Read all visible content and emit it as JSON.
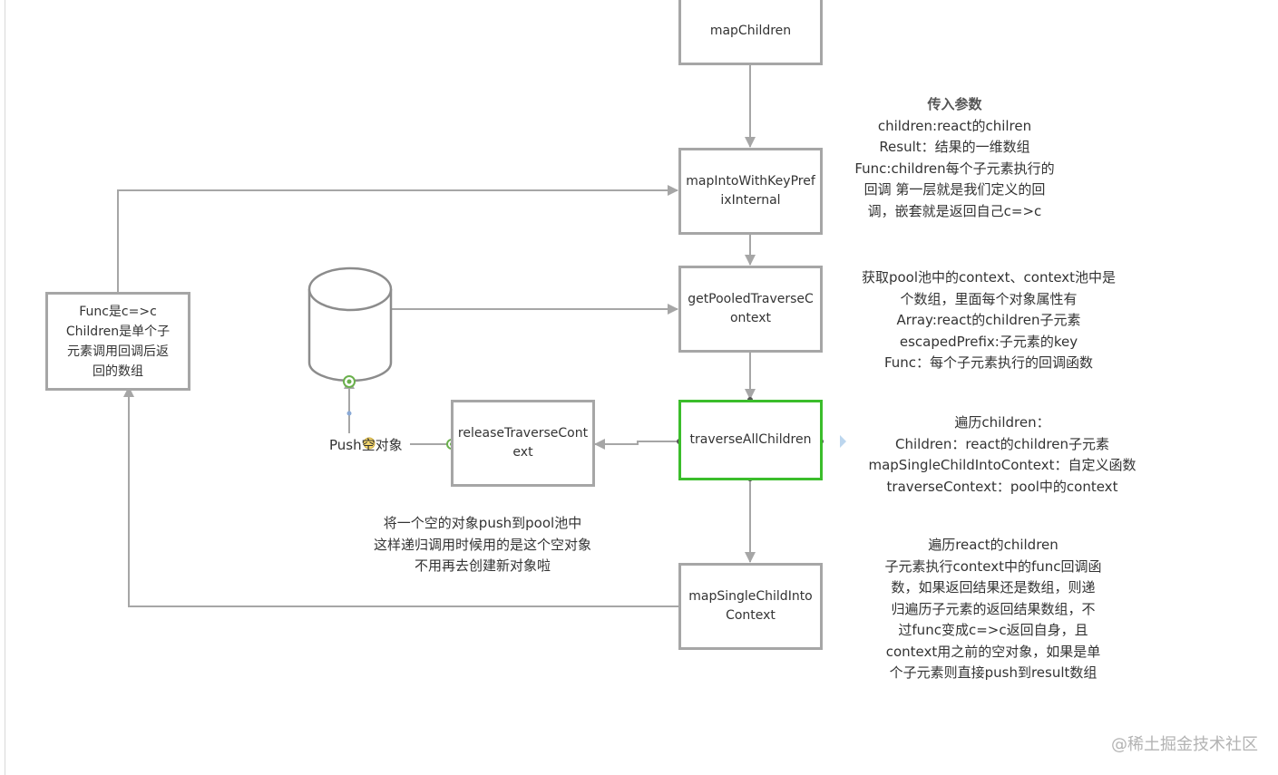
{
  "nodes": {
    "map_children": "mapChildren",
    "map_into_with_key_prefix_internal": "mapIntoWithKeyPrefixInternal",
    "get_pooled_traverse_context": "getPooledTraverseContext",
    "traverse_all_children": "traverseAllChildren",
    "release_traverse_context": "releaseTraverseContext",
    "map_single_child_into_context": "mapSingleChildIntoContext",
    "func_children": [
      "Func是c=>c",
      "Children是单个子",
      "元素调用回调后返",
      "回的数组"
    ]
  },
  "push_label": "Push空对象",
  "notes": {
    "params": {
      "title": "传入参数",
      "lines": [
        "children:react的chilren",
        "Result：结果的一维数组",
        "Func:children每个子元素执行的",
        "回调 第一层就是我们定义的回",
        "调，嵌套就是返回自己c=>c"
      ]
    },
    "pool": {
      "lines": [
        "获取pool池中的context、context池中是",
        "个数组，里面每个对象属性有",
        "Array:react的children子元素",
        "escapedPrefix:子元素的key",
        "Func：每个子元素执行的回调函数"
      ]
    },
    "traverse": {
      "lines": [
        "遍历children：",
        "Children：react的children子元素",
        "mapSingleChildIntoContext：自定义函数",
        "traverseContext：pool中的context"
      ]
    },
    "release": {
      "lines": [
        "将一个空的对象push到pool池中",
        "这样递归调用时候用的是这个空对象",
        "不用再去创建新对象啦"
      ]
    },
    "map_single": {
      "lines": [
        "遍历react的children",
        "子元素执行context中的func回调函",
        "数，如果返回结果还是数组，则递",
        "归遍历子元素的返回结果数组，不",
        "过func变成c=>c返回自身，且",
        "context用之前的空对象，如果是单",
        "个子元素则直接push到result数组"
      ]
    }
  },
  "watermark": "@稀土掘金技术社区",
  "colors": {
    "box_border": "#a6a6a6",
    "active_border": "#3bbd2b",
    "connector": "#a6a6a6",
    "text": "#333333",
    "watermark": "#b3b3b3"
  }
}
